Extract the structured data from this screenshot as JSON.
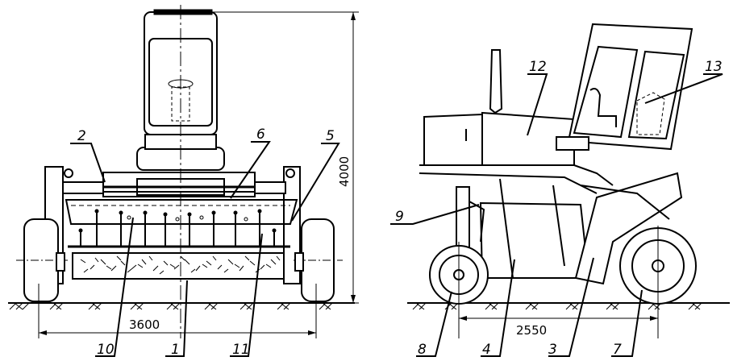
{
  "front_view": {
    "dimensions": {
      "width": "3600",
      "height": "4000"
    },
    "callouts": [
      "2",
      "6",
      "5",
      "10",
      "1",
      "11"
    ]
  },
  "side_view": {
    "dimensions": {
      "wheelbase": "2550"
    },
    "callouts": [
      "12",
      "13",
      "9",
      "8",
      "4",
      "3",
      "7"
    ]
  }
}
